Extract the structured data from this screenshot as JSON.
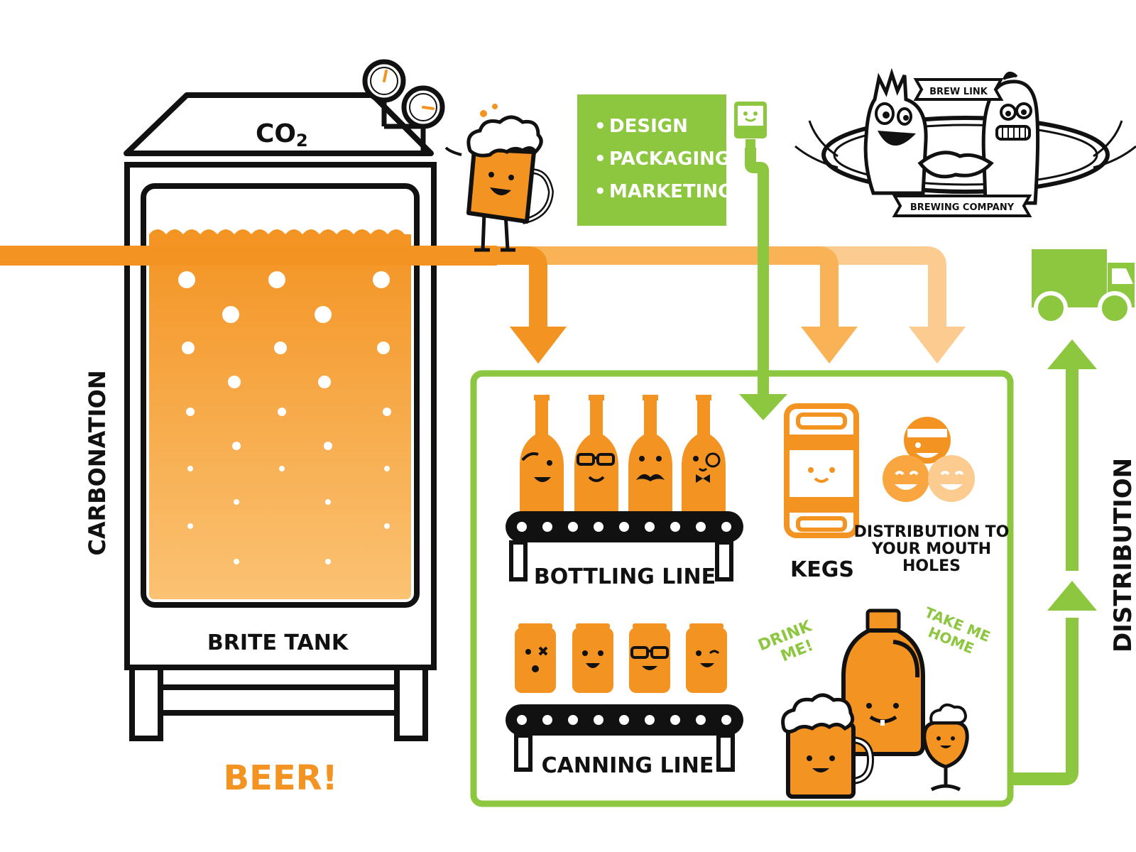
{
  "colors": {
    "orange": "#F39322",
    "orange_light": "#F9B256",
    "orange_pale": "#FBCB8F",
    "green": "#8DC63F",
    "black": "#111111",
    "white": "#FFFFFF"
  },
  "tank": {
    "gas_label": "CO",
    "gas_subscript": "2",
    "name": "BRITE TANK",
    "side_label": "CARBONATION",
    "bottom_label": "BEER!"
  },
  "services": {
    "items": [
      "DESIGN",
      "PACKAGING",
      "MARKETING"
    ],
    "bullet": "•"
  },
  "logo": {
    "top_text": "BREW LINK",
    "bottom_text": "BREWING COMPANY"
  },
  "packaging": {
    "bottling": "BOTTLING LINE",
    "canning": "CANNING LINE",
    "kegs": "KEGS",
    "mouth_line1": "DISTRIBUTION TO",
    "mouth_line2": "YOUR MOUTH",
    "mouth_line3": "HOLES",
    "drink1": "DRINK",
    "drink2": "ME!",
    "take1": "TAKE ME",
    "take2": "HOME"
  },
  "distribution": {
    "label": "DISTRIBUTION"
  },
  "icons": [
    "gauge-icon",
    "beer-mug-mascot-icon",
    "computer-mascot-icon",
    "truck-icon",
    "bottle-icon",
    "can-icon",
    "keg-icon",
    "smiley-icon",
    "growler-icon",
    "tulip-glass-icon",
    "brewlink-logo"
  ]
}
